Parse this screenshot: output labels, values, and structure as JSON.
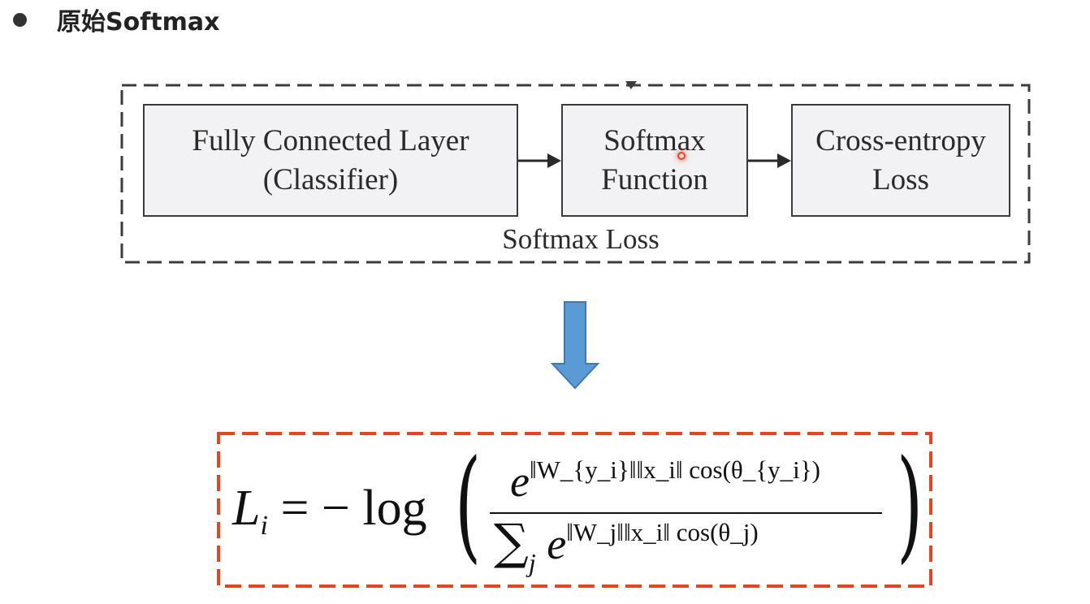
{
  "slide": {
    "title": "原始Softmax"
  },
  "diagram": {
    "boxes": [
      {
        "line1": "Fully Connected Layer",
        "line2": "(Classifier)"
      },
      {
        "line1": "Softmax",
        "line2": "Function"
      },
      {
        "line1": "Cross-entropy",
        "line2": "Loss"
      }
    ],
    "group_label": "Softmax Loss",
    "colors": {
      "box_fill": "#f2f2f4",
      "box_border": "#3a3a3a",
      "arrow_fill": "#5b9bd5",
      "formula_border": "#e8451e"
    }
  },
  "formula": {
    "lhs": "L",
    "lhs_sub": "i",
    "equals_log": " = − log",
    "numerator": "e",
    "numerator_exp": "‖W_{y_i}‖‖x_i‖ cos(θ_{y_i})",
    "denominator_sum": "∑",
    "denominator_sum_sub": "j",
    "denominator": "e",
    "denominator_exp": "‖W_j‖‖x_i‖ cos(θ_j)"
  }
}
